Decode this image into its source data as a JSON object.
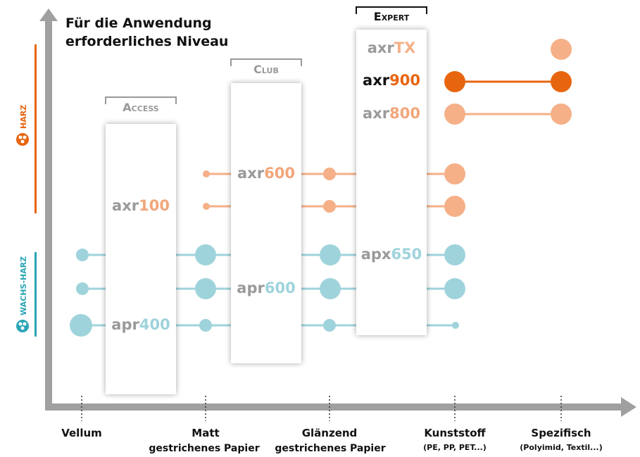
{
  "title_line1": "Für die Anwendung",
  "title_line2": "erforderliches Niveau",
  "tiers": {
    "access": "Access",
    "club": "Club",
    "expert": "Expert"
  },
  "side_labels": {
    "harz": "HARZ",
    "wachs_harz": "WACHS-HARZ"
  },
  "x_categories": [
    {
      "line1": "Vellum",
      "line2": ""
    },
    {
      "line1": "Matt",
      "line2": "gestrichenes Papier"
    },
    {
      "line1": "Glänzend",
      "line2": "gestrichenes Papier"
    },
    {
      "line1": "Kunststoff",
      "line2": "(PE, PP, PET...)"
    },
    {
      "line1": "Spezifisch",
      "line2": "(Polyimid, Textil...)"
    }
  ],
  "products": {
    "axrtx": {
      "prefix": "axr",
      "suffix": "TX"
    },
    "axr900": {
      "prefix": "axr",
      "suffix": "900"
    },
    "axr800": {
      "prefix": "axr",
      "suffix": "800"
    },
    "axr600": {
      "prefix": "axr",
      "suffix": "600"
    },
    "axr100": {
      "prefix": "axr",
      "suffix": "100"
    },
    "apx650": {
      "prefix": "apx",
      "suffix": "650"
    },
    "apr600": {
      "prefix": "apr",
      "suffix": "600"
    },
    "apr400": {
      "prefix": "apr",
      "suffix": "400"
    }
  },
  "colors": {
    "axis": "#a0a0a0",
    "harz_orange": "#e8650f",
    "harz_light": "#f5b088",
    "harz_mid": "#f2a67a",
    "wachs_blue": "#9fd3dc",
    "wachs_dark": "#2aa5b5",
    "gray_text": "#9a9a9a",
    "black_text": "#111111"
  }
}
